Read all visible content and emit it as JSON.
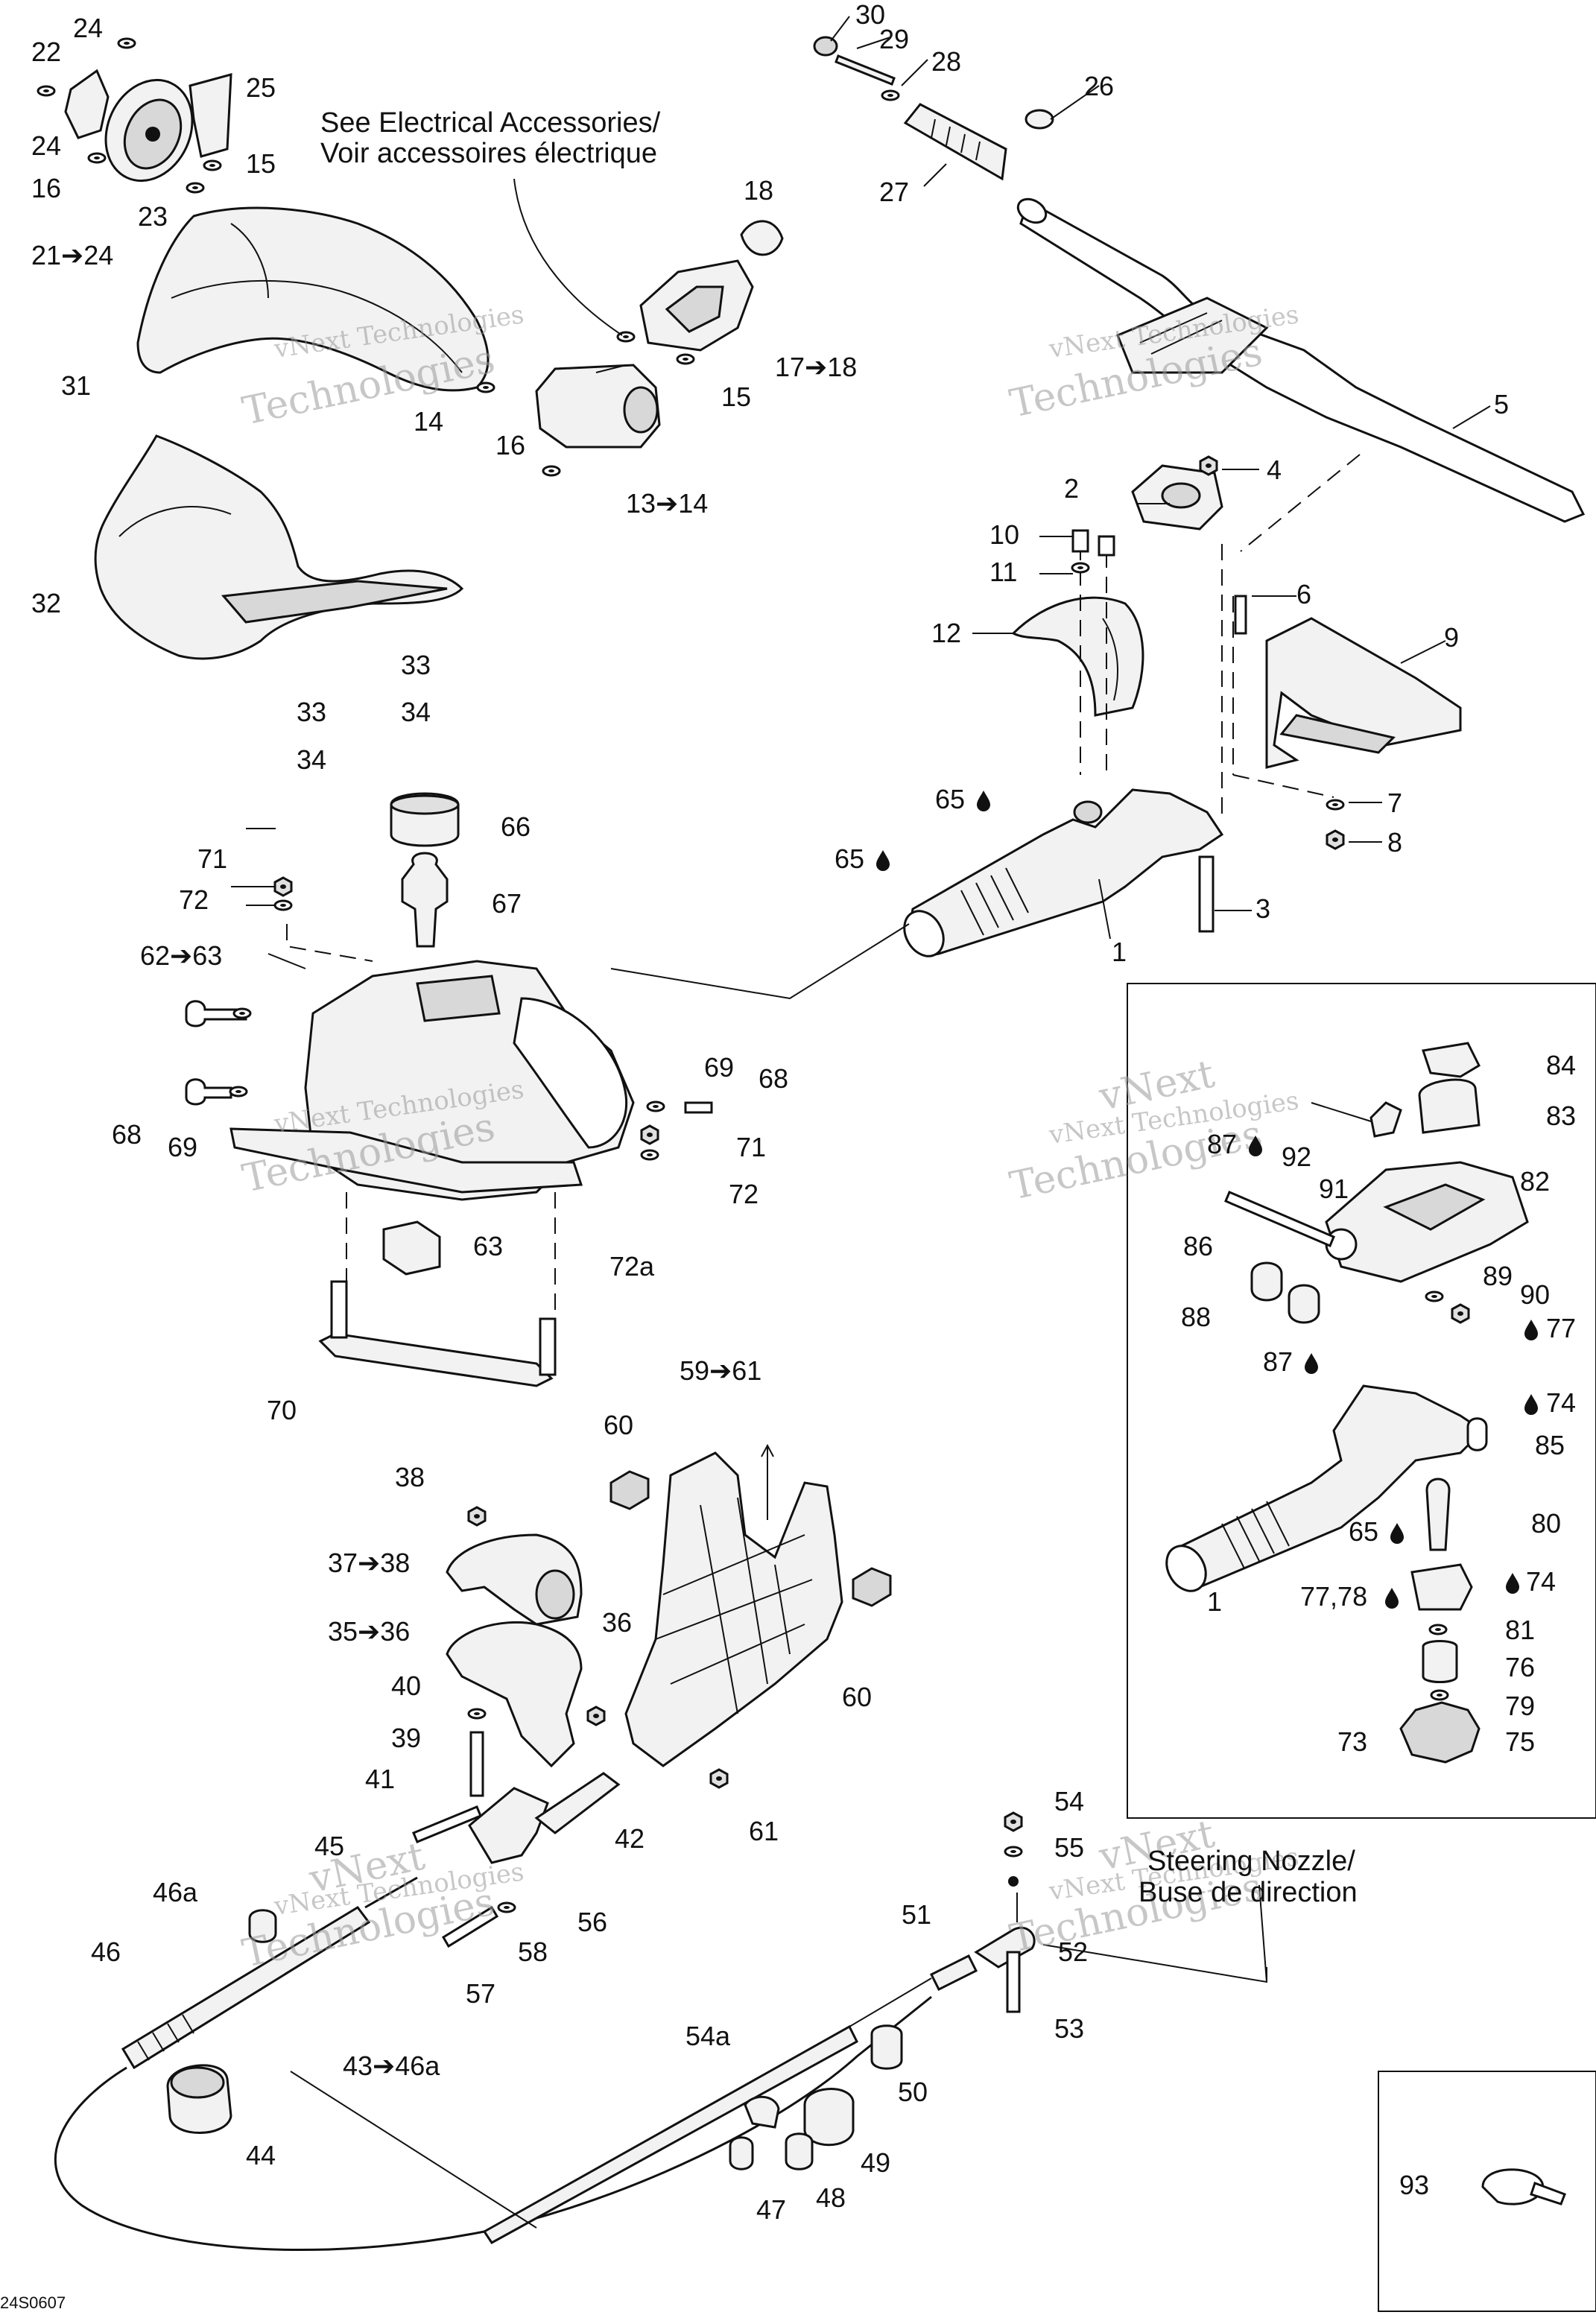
{
  "notes": {
    "electrical_line1": "See Electrical Accessories/",
    "electrical_line2": "Voir accessoires électrique",
    "nozzle_line1": "Steering Nozzle/",
    "nozzle_line2": "Buse de direction"
  },
  "watermark": {
    "line1": "vNext Technologies",
    "line2": "Technologies",
    "line3": "vNext"
  },
  "drawing_code": "24S0607",
  "labels": {
    "l1a": "1",
    "l1b": "1",
    "l2": "2",
    "l3": "3",
    "l4": "4",
    "l5": "5",
    "l6": "6",
    "l7": "7",
    "l8": "8",
    "l9": "9",
    "l10": "10",
    "l11": "11",
    "l12": "12",
    "l13": "13➔14",
    "l14": "14",
    "l15a": "15",
    "l15b": "15",
    "l16a": "16",
    "l16b": "16",
    "l17": "17➔18",
    "l18": "18",
    "l21": "21➔24",
    "l22": "22",
    "l23": "23",
    "l24a": "24",
    "l24b": "24",
    "l25": "25",
    "l26": "26",
    "l27": "27",
    "l28": "28",
    "l29": "29",
    "l30": "30",
    "l31": "31",
    "l32": "32",
    "l33a": "33",
    "l33b": "33",
    "l34a": "34",
    "l34b": "34",
    "l35": "35➔36",
    "l36": "36",
    "l37": "37➔38",
    "l38": "38",
    "l39": "39",
    "l40": "40",
    "l41": "41",
    "l42": "42",
    "l43": "43➔46a",
    "l44": "44",
    "l45": "45",
    "l46": "46",
    "l46a": "46a",
    "l47": "47",
    "l48": "48",
    "l49": "49",
    "l50": "50",
    "l51": "51",
    "l52": "52",
    "l53": "53",
    "l54": "54",
    "l54a": "54a",
    "l55": "55",
    "l56": "56",
    "l57": "57",
    "l58": "58",
    "l59": "59➔61",
    "l60a": "60",
    "l60b": "60",
    "l61": "61",
    "l62": "62➔63",
    "l63": "63",
    "l65a": "65",
    "l65b": "65",
    "l65c": "65",
    "l66": "66",
    "l67": "67",
    "l68a": "68",
    "l68b": "68",
    "l69a": "69",
    "l69b": "69",
    "l70": "70",
    "l71a": "71",
    "l71b": "71",
    "l72a": "72",
    "l72b": "72",
    "l72c": "72a",
    "l73": "73",
    "l74a": "74",
    "l74b": "74",
    "l75": "75",
    "l76": "76",
    "l77a": "77",
    "l7778": "77,78",
    "l79": "79",
    "l80": "80",
    "l81": "81",
    "l82": "82",
    "l83": "83",
    "l84": "84",
    "l85": "85",
    "l86": "86",
    "l87a": "87",
    "l87b": "87",
    "l88": "88",
    "l89": "89",
    "l90": "90",
    "l91": "91",
    "l92": "92",
    "l93": "93"
  },
  "icons": {
    "lubricant": "drop-icon"
  },
  "colors": {
    "ink": "#111111",
    "watermark": "#9a9a9a",
    "background": "#ffffff"
  }
}
